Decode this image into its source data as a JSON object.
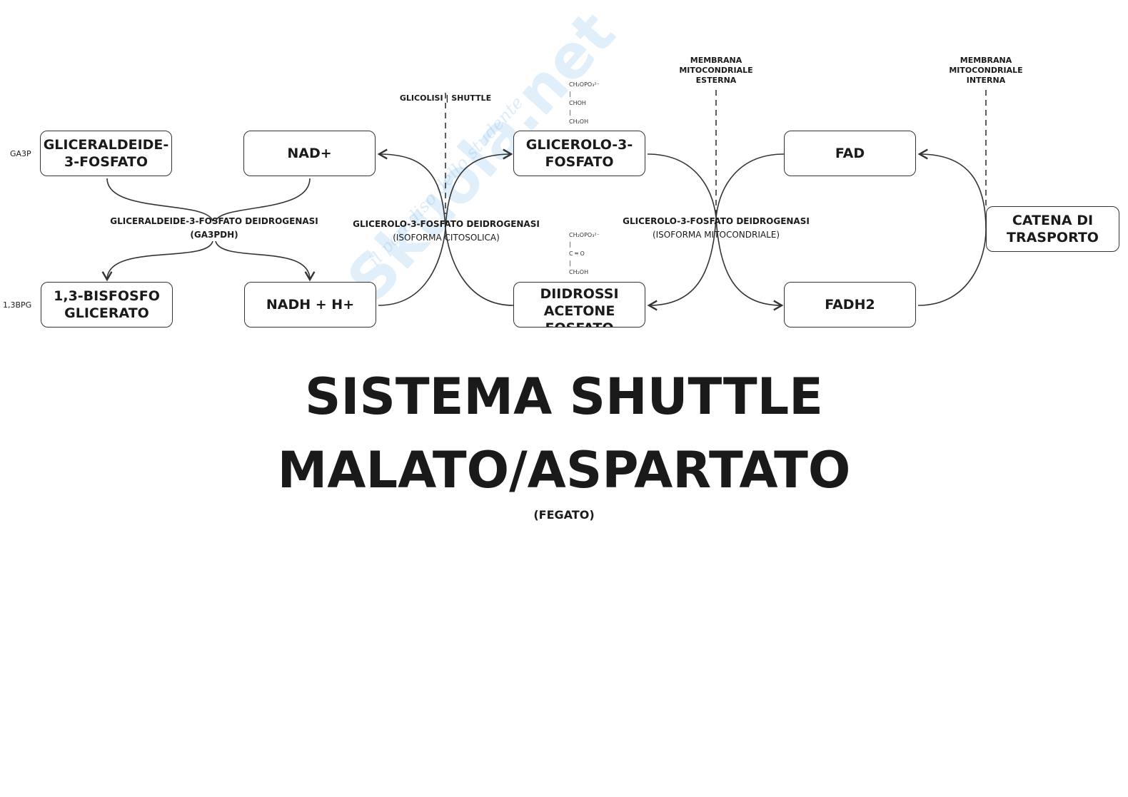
{
  "watermark": {
    "logo": "Skuola.net",
    "tagline": "il paradiso dello studente"
  },
  "boxes": {
    "ga3p": "GLICERALDEIDE-\n3-FOSFATO",
    "nad": "NAD+",
    "bpg": "1,3-BISFOSFO\nGLICERATO",
    "nadh": "NADH + H+",
    "g3p": "GLICEROLO-3-\nFOSFATO",
    "dhap": "DIIDROSSI\nACETONE\nFOSFATO",
    "fad": "FAD",
    "fadh2": "FADH2",
    "catena": "CATENA DI\nTRASPORTO"
  },
  "side_labels": {
    "ga3p": "GA3P",
    "bpg": "1,3BPG"
  },
  "enzymes": {
    "ga3pdh_name": "GLICERALDEIDE-3-FOSFATO DEIDROGENASI",
    "ga3pdh_abbr": "(GA3PDH)",
    "g3pdh_cyto_name": "GLICEROLO-3-FOSFATO DEIDROGENASI",
    "g3pdh_cyto_sub": "(ISOFORMA CITOSOLICA)",
    "g3pdh_mito_name": "GLICEROLO-3-FOSFATO DEIDROGENASI",
    "g3pdh_mito_sub": "(ISOFORMA MITOCONDRIALE)"
  },
  "dividers": {
    "glicolisi_shuttle": "GLICOLISI | SHUTTLE",
    "membrana_esterna": "MEMBRANA\nMITOCONDRIALE\nESTERNA",
    "membrana_interna": "MEMBRANA\nMITOCONDRIALE\nINTERNA"
  },
  "structures": {
    "g3p": "CH₂OPO₃²⁻\n|\nCHOH\n|\nCH₂OH",
    "dhap": "CH₂OPO₃²⁻\n|\nC ═ O\n|\nCH₂OH"
  },
  "title": {
    "line1": "SISTEMA SHUTTLE",
    "line2": "MALATO/ASPARTATO",
    "subtitle": "(FEGATO)"
  }
}
